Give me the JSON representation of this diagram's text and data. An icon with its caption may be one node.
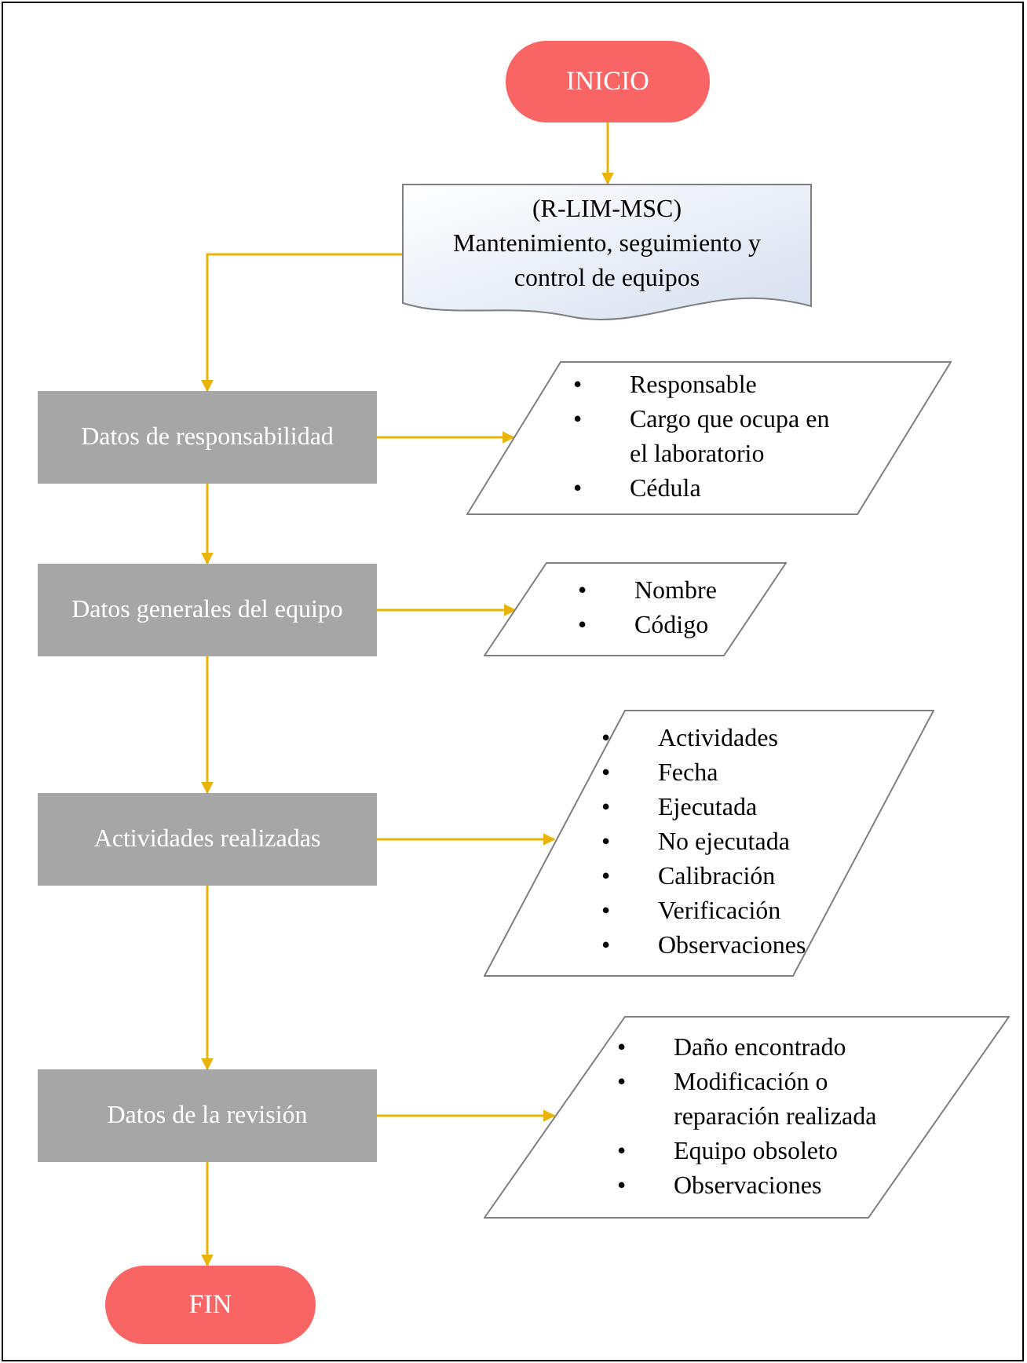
{
  "diagram": {
    "nodes": [
      {
        "text": [
          "INICIO"
        ]
      },
      {
        "text": [
          "(R-LIM-MSC)",
          "Mantenimiento, seguimiento y control de equipos"
        ]
      },
      {
        "text": [
          "Datos de responsabilidad"
        ]
      },
      {
        "text": [
          "•\tResponsable",
          "•\tCargo que ocupa en el laboratorio",
          "•\tCédula"
        ]
      },
      {
        "text": [
          "Datos generales del equipo"
        ]
      },
      {
        "text": [
          "•\tNombre",
          "•\tCódigo"
        ]
      },
      {
        "text": [
          "Actividades realizadas"
        ]
      },
      {
        "text": [
          "•\tActividades",
          "•\tFecha",
          "•\tEjecutada",
          "•\tNo ejecutada",
          "•\tCalibración",
          "•\tVerificación",
          "•\tObservaciones"
        ]
      },
      {
        "text": [
          "Datos de la revisión"
        ]
      },
      {
        "text": [
          "•\tDaño encontrado",
          "•\tModificación o reparación realizada",
          "•\tEquipo obsoleto",
          "•\tObservaciones"
        ]
      },
      {
        "text": [
          "FIN"
        ]
      }
    ],
    "edges": [
      {
        "from": 0,
        "to": 1,
        "arrow": "to"
      },
      {
        "from": 1,
        "to": 2,
        "arrow": "to"
      },
      {
        "from": 2,
        "to": 3,
        "arrow": "to"
      },
      {
        "from": 2,
        "to": 4,
        "arrow": "to"
      },
      {
        "from": 4,
        "to": 5,
        "arrow": "to"
      },
      {
        "from": 4,
        "to": 6,
        "arrow": "to"
      },
      {
        "from": 6,
        "to": 7,
        "arrow": "to"
      },
      {
        "from": 6,
        "to": 8,
        "arrow": "to"
      },
      {
        "from": 8,
        "to": 9,
        "arrow": "to"
      },
      {
        "from": 8,
        "to": 10,
        "arrow": "to"
      }
    ]
  }
}
